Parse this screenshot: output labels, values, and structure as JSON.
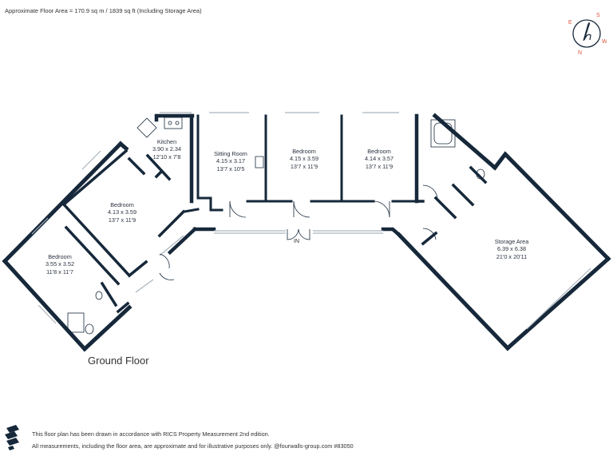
{
  "header": {
    "area_text": "Approximate Floor Area = 170.9 sq m / 1839 sq ft (Including Storage Area)"
  },
  "floor_label": "Ground Floor",
  "entrance_label": "IN",
  "rooms": [
    {
      "name": "Kitchen",
      "metric": "3.90 x 2.34",
      "imperial": "12'10 x 7'8"
    },
    {
      "name": "Sitting Room",
      "metric": "4.15 x 3.17",
      "imperial": "13'7 x 10'5"
    },
    {
      "name": "Bedroom",
      "metric": "4.15 x 3.59",
      "imperial": "13'7 x 11'9"
    },
    {
      "name": "Bedroom",
      "metric": "4.14 x 3.57",
      "imperial": "13'7 x 11'9"
    },
    {
      "name": "Bedroom",
      "metric": "4.13 x 3.59",
      "imperial": "13'7 x 11'9"
    },
    {
      "name": "Bedroom",
      "metric": "3.55 x 3.52",
      "imperial": "11'8 x 11'7"
    },
    {
      "name": "Storage Area",
      "metric": "6.39 x 6.38",
      "imperial": "21'0 x 20'11"
    }
  ],
  "compass": {
    "e": "E",
    "s": "S",
    "w": "W",
    "n": "N"
  },
  "footer": {
    "line1": "This floor plan has been drawn in accordance with RICS Property Measurement 2nd edition.",
    "line2": "All measurements, including the floor area, are approximate and for illustrative purposes only. @fourwalls-group.com #83050"
  },
  "colors": {
    "wall": "#16283a",
    "window": "#aab4bd",
    "compass_red": "#e0533f",
    "text": "#333333"
  }
}
